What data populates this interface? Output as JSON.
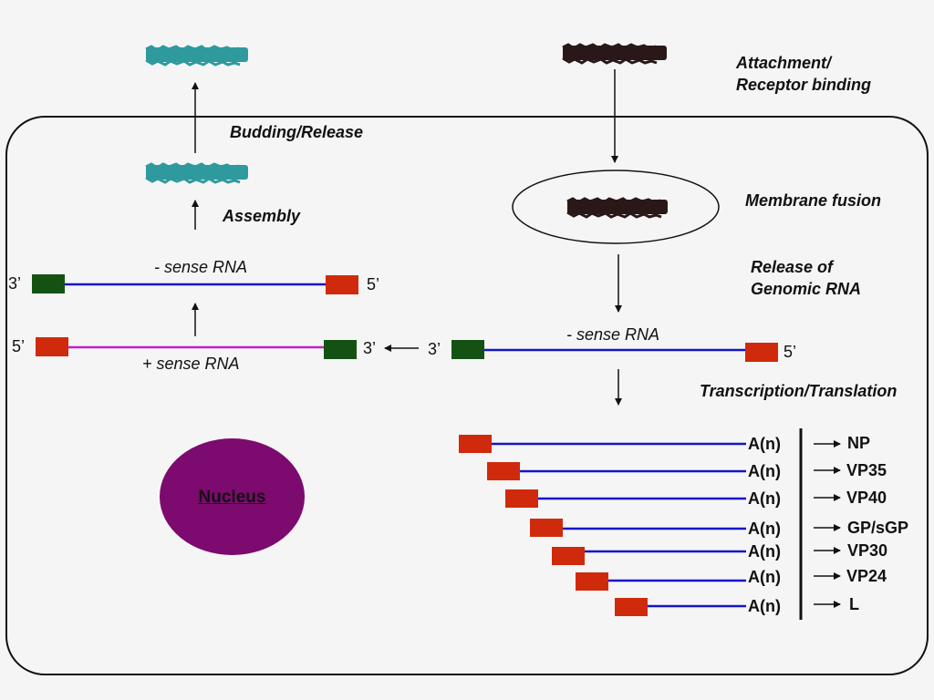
{
  "steps": {
    "attachment": "Attachment/\nReceptor binding",
    "membrane_fusion": "Membrane fusion",
    "release": "Release of\nGenomic RNA",
    "transcription": "Transcription/Translation",
    "budding": "Budding/Release",
    "assembly": "Assembly"
  },
  "rna": {
    "minus_sense_top": "- sense RNA",
    "minus_sense_right": "- sense RNA",
    "plus_sense": "+ sense RNA",
    "three_prime": "3’",
    "five_prime": "5’"
  },
  "nucleus": "Nucleus",
  "transcripts": {
    "polyA": "A(n)",
    "proteins": [
      "NP",
      "VP35",
      "VP40",
      "GP/sGP",
      "VP30",
      "VP24",
      "L"
    ]
  },
  "colors": {
    "virion_teal": "#2e9a9e",
    "virion_dark": "#2a1818",
    "rna_blue": "#1515c8",
    "rna_magenta": "#c020c8",
    "box_red": "#d02a0c",
    "box_green": "#145214",
    "nucleus": "#7d0a6e"
  }
}
